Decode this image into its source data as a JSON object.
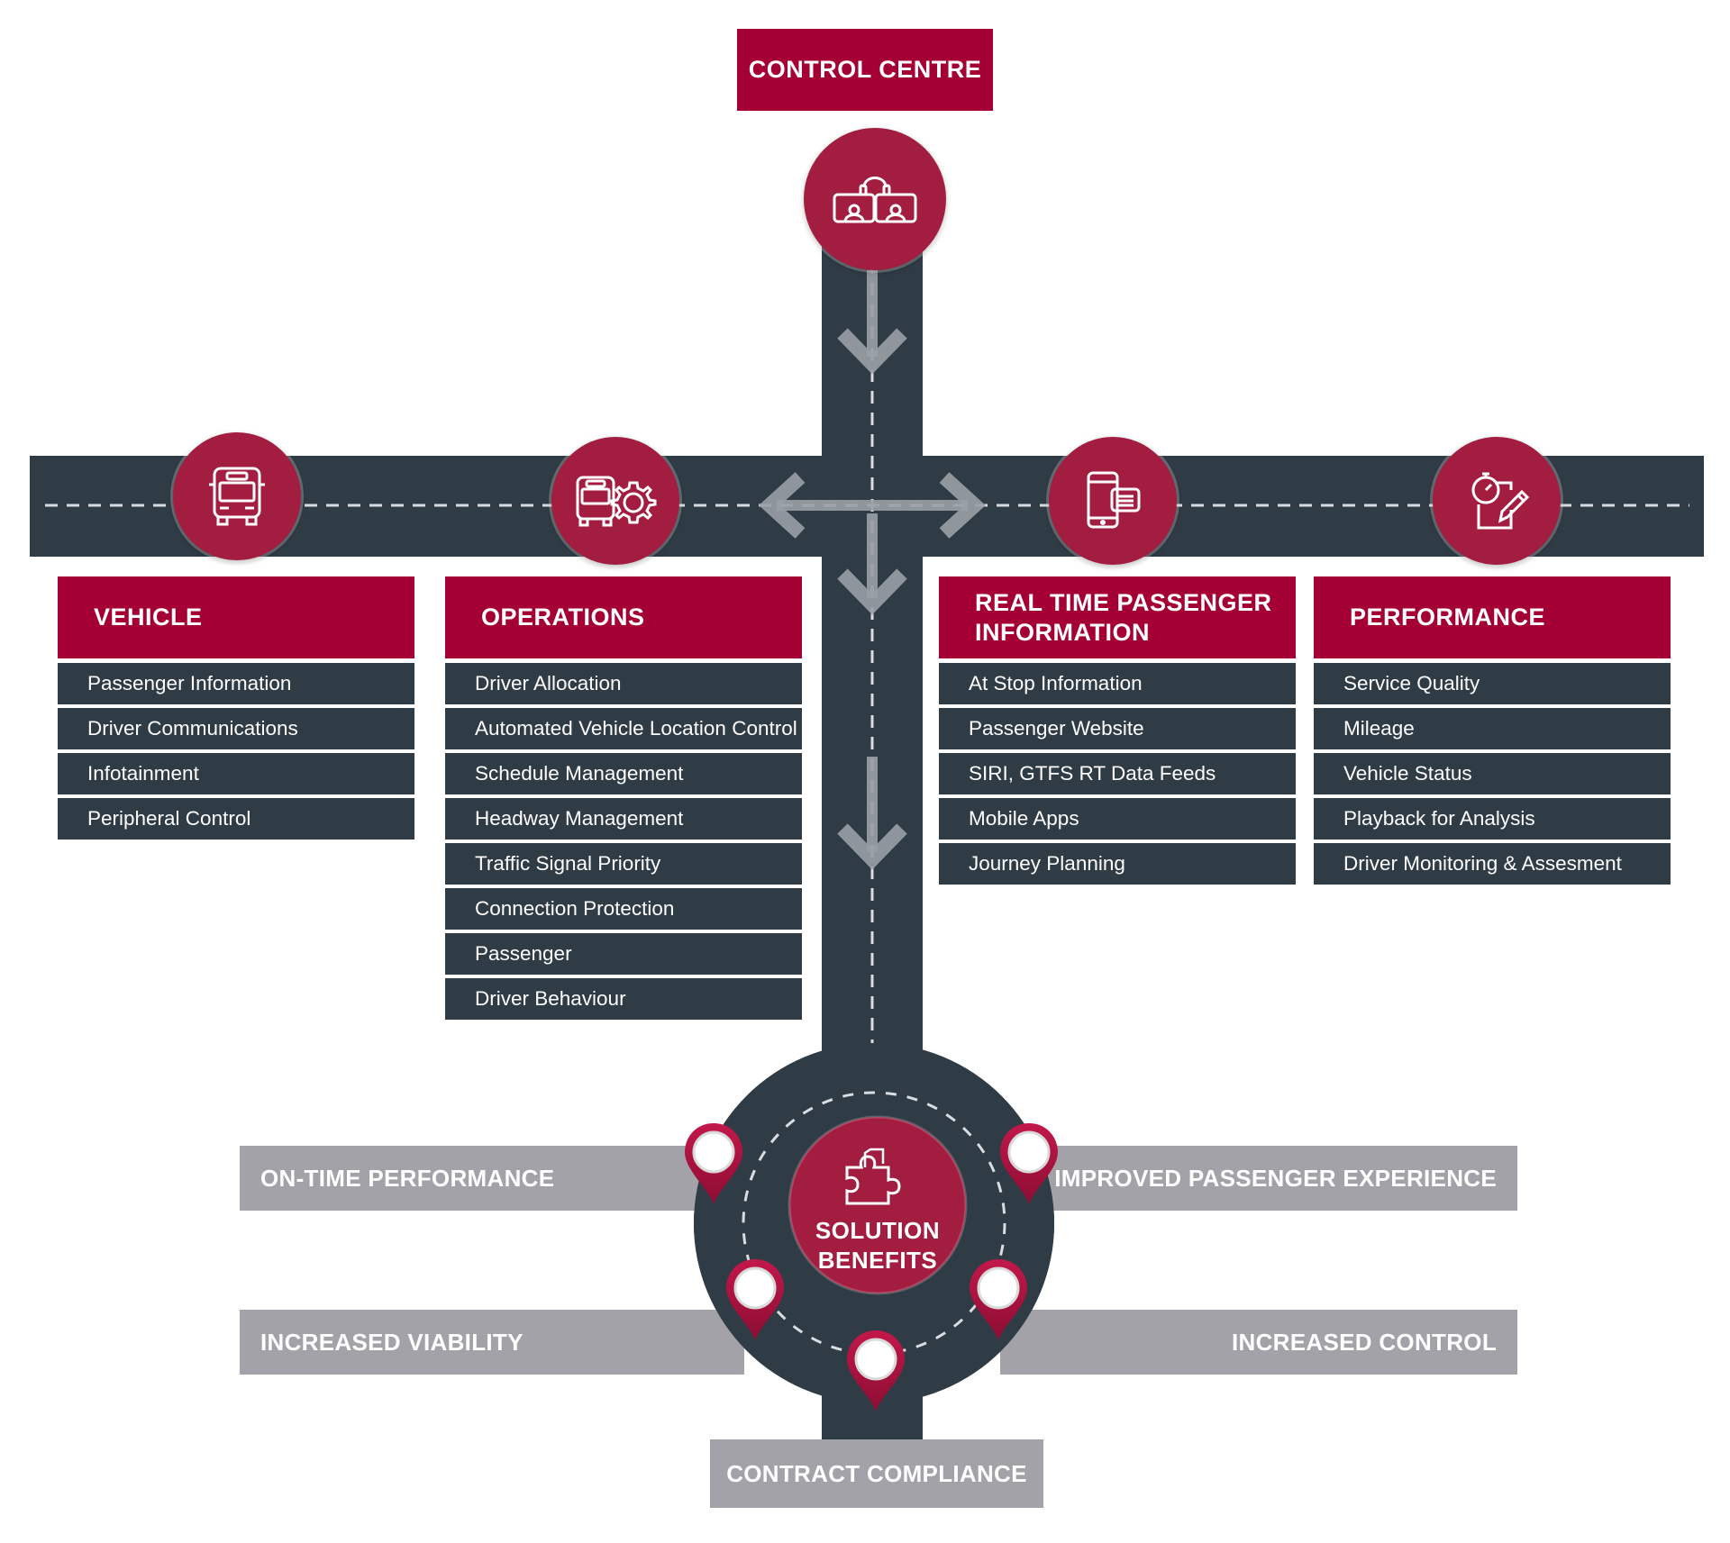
{
  "control_centre": {
    "title": "CONTROL CENTRE",
    "icon": "control-room-operators-icon"
  },
  "categories": [
    {
      "title": "VEHICLE",
      "icon": "bus-icon",
      "items": [
        "Passenger Information",
        "Driver Communications",
        "Infotainment",
        "Peripheral Control"
      ]
    },
    {
      "title": "OPERATIONS",
      "icon": "bus-gear-icon",
      "items": [
        "Driver Allocation",
        "Automated Vehicle Location Control",
        "Schedule Management",
        "Headway Management",
        "Traffic Signal Priority",
        "Connection Protection",
        "Passenger",
        "Driver Behaviour"
      ]
    },
    {
      "title_line1": "REAL TIME PASSENGER",
      "title_line2": "INFORMATION",
      "icon": "mobile-message-icon",
      "items": [
        "At Stop Information",
        "Passenger Website",
        "SIRI, GTFS RT Data Feeds",
        "Mobile Apps",
        "Journey Planning"
      ]
    },
    {
      "title": "PERFORMANCE",
      "icon": "stopwatch-report-icon",
      "items": [
        "Service Quality",
        "Mileage",
        "Vehicle Status",
        "Playback for Analysis",
        "Driver Monitoring & Assesment"
      ]
    }
  ],
  "solution": {
    "line1": "SOLUTION",
    "line2": "BENEFITS",
    "icon": "puzzle-piece-icon"
  },
  "benefits": {
    "on_time": "ON-TIME PERFORMANCE",
    "passenger_experience": "IMPROVED PASSENGER EXPERIENCE",
    "viability": "INCREASED VIABILITY",
    "control": "INCREASED CONTROL",
    "compliance": "CONTRACT COMPLIANCE"
  },
  "colors": {
    "brand_red": "#a50034",
    "road": "#2f3b45",
    "benefit_grey": "#a3a2a8",
    "circle_red": "#a21d3f"
  }
}
